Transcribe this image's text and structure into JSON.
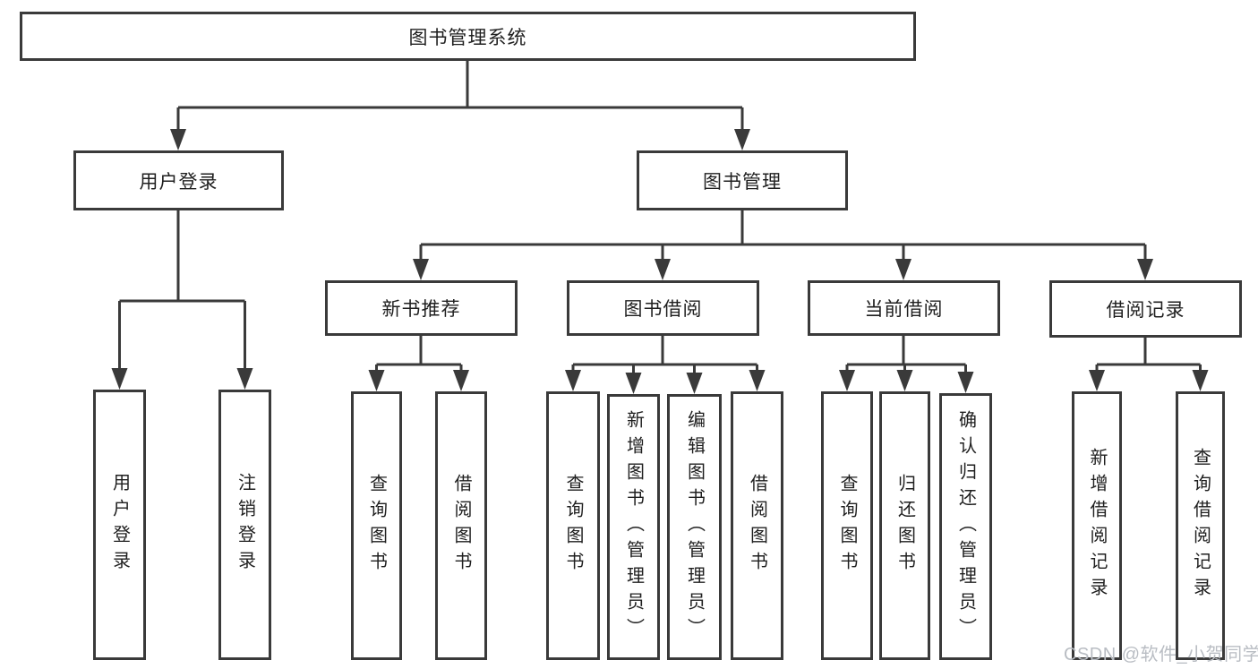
{
  "diagram": {
    "title": "图书管理系统",
    "tree": {
      "label": "图书管理系统",
      "children": [
        {
          "label": "用户登录",
          "children": [
            {
              "label": "用户登录"
            },
            {
              "label": "注销登录"
            }
          ]
        },
        {
          "label": "图书管理",
          "children": [
            {
              "label": "新书推荐",
              "children": [
                {
                  "label": "查询图书"
                },
                {
                  "label": "借阅图书"
                }
              ]
            },
            {
              "label": "图书借阅",
              "children": [
                {
                  "label": "查询图书"
                },
                {
                  "label": "新增图书（管理员）"
                },
                {
                  "label": "编辑图书（管理员）"
                },
                {
                  "label": "借阅图书"
                }
              ]
            },
            {
              "label": "当前借阅",
              "children": [
                {
                  "label": "查询图书"
                },
                {
                  "label": "归还图书"
                },
                {
                  "label": "确认归还（管理员）"
                }
              ]
            },
            {
              "label": "借阅记录",
              "children": [
                {
                  "label": "新增借阅记录"
                },
                {
                  "label": "查询借阅记录"
                }
              ]
            }
          ]
        }
      ]
    },
    "colors": {
      "line": "#3a3a3a",
      "text": "#1f1f1f",
      "box_background": "#ffffff",
      "watermark": "#b9bdc3"
    }
  },
  "watermark": {
    "text": "CSDN @软件_小贺同学"
  }
}
